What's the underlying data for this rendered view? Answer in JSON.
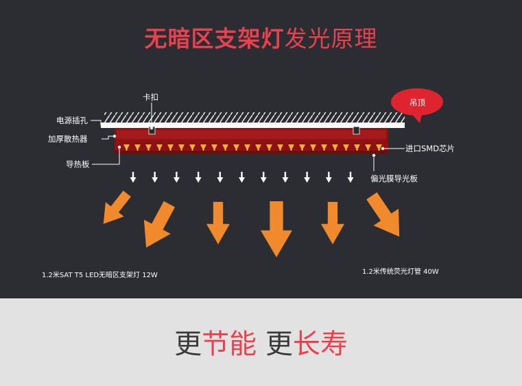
{
  "title": {
    "bold_part": "无暗区支架灯",
    "light_part": "发光原理"
  },
  "labels": {
    "clip": "卡扣",
    "ceiling": "吊顶",
    "power_hole": "电源插孔",
    "heat_sink": "加厚散热器",
    "heat_plate": "导热板",
    "smd_chip": "进口SMD芯片",
    "light_guide": "偏光膜导光板"
  },
  "captions": {
    "left": "1.2米SAT T5 LED无暗区支架灯 12W",
    "right": "1.2米传统荧光灯管 40W"
  },
  "slogan": {
    "p1": "更",
    "p2": "节能",
    "p3": " 更",
    "p4": "长寿"
  },
  "colors": {
    "background": "#2b2d33",
    "accent": "#e9414d",
    "orange_arrow": "#f08a2c",
    "heat_sink": "#8e1212",
    "footer": "#e2e2e2"
  },
  "icons": {
    "small_arrow": "down-arrow-icon",
    "big_arrow": "orange-arrow-icon",
    "bubble": "speech-bubble-icon"
  }
}
